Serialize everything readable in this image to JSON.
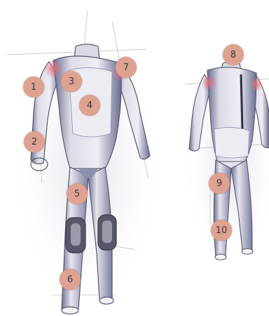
{
  "diagram": {
    "markers": [
      "1",
      "2",
      "3",
      "4",
      "5",
      "6",
      "7",
      "8",
      "9",
      "10"
    ],
    "colors": {
      "marker_fill": "#dea292",
      "suit_light": "#e3e3ec",
      "suit_shadow": "#5f6287",
      "accent_pink": "#e0707f",
      "knee_pad": "#55556a",
      "sketch_line": "#6d6d78"
    },
    "views": [
      "front-view",
      "back-view"
    ]
  }
}
